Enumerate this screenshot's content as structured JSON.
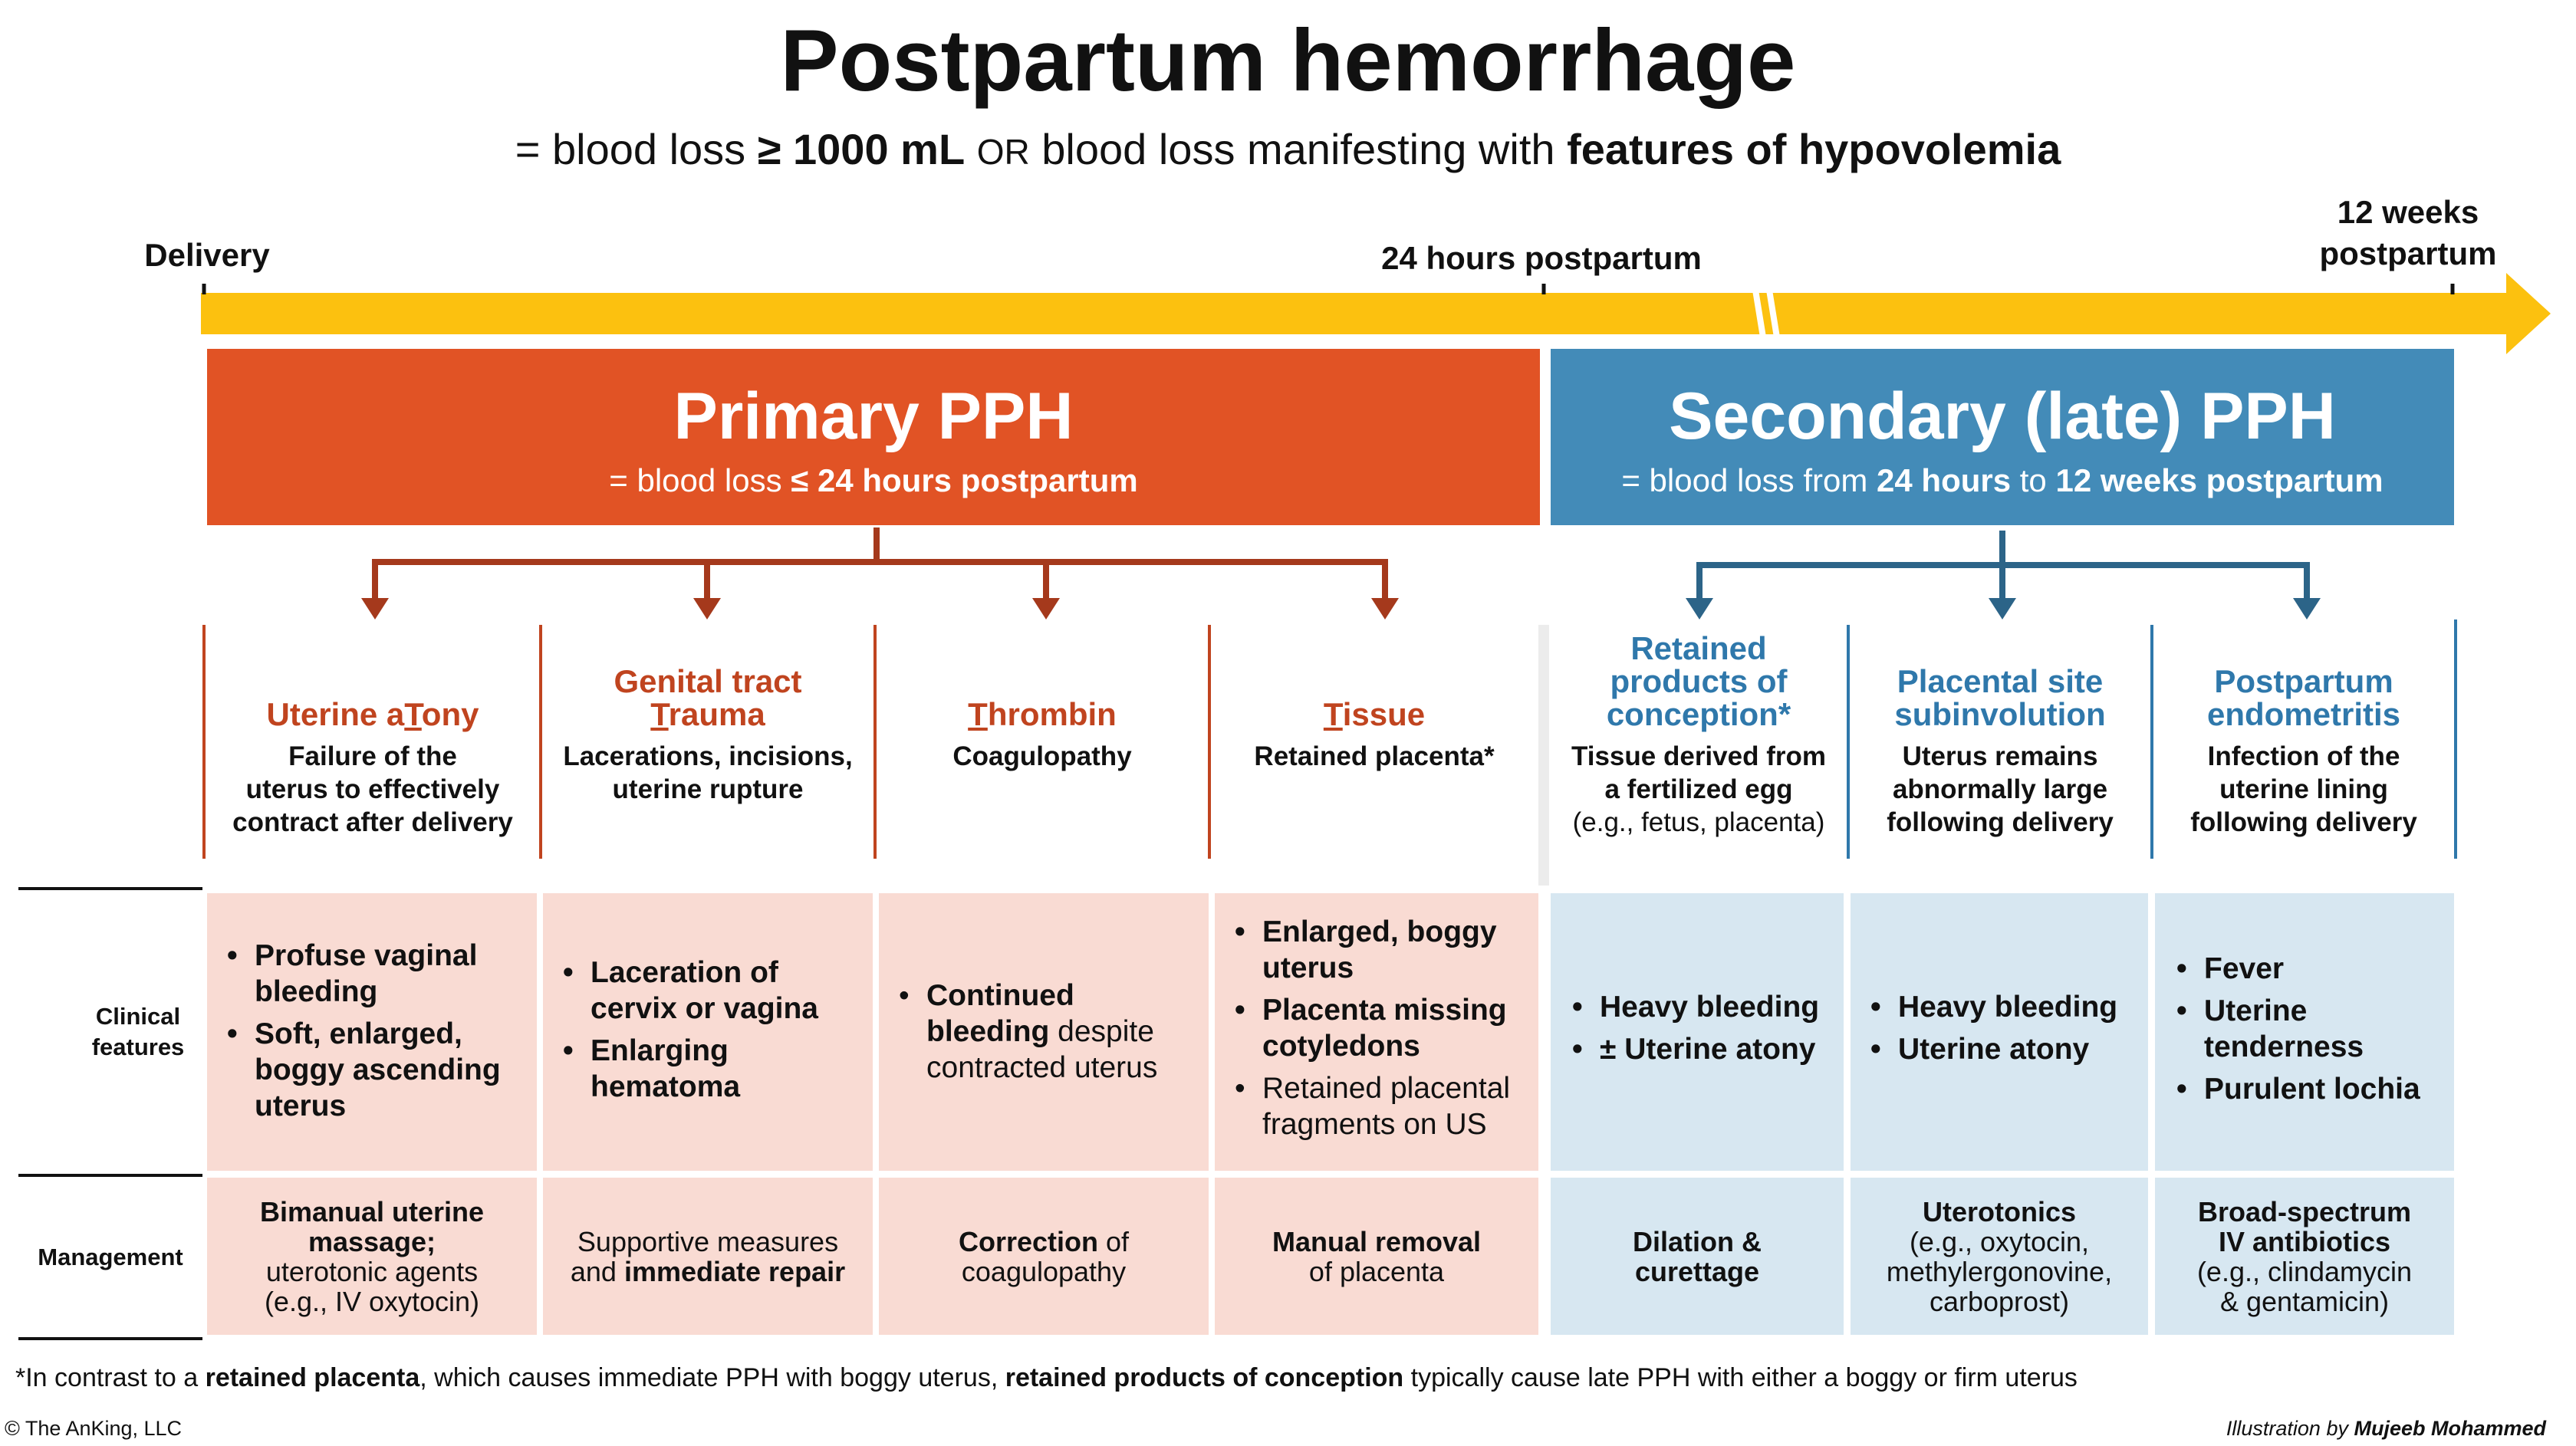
{
  "title": "Postpartum hemorrhage",
  "subtitle": {
    "prefix": "= blood loss ",
    "threshold": "≥ 1000 mL",
    "or": "OR",
    "middle": "blood loss manifesting with",
    "emph": "features of hypovolemia"
  },
  "timeline": {
    "start_label": "Delivery",
    "mid_label": "24 hours postpartum",
    "end_label_line1": "12 weeks",
    "end_label_line2": "postpartum"
  },
  "primary": {
    "title": "Primary PPH",
    "sub_prefix": "= blood loss ",
    "sub_emph": "≤ 24 hours postpartum"
  },
  "secondary": {
    "title": "Secondary (late) PPH",
    "sub_prefix": "= blood loss from ",
    "sub_emph1": "24 hours",
    "sub_mid": " to ",
    "sub_emph2": "12 weeks postpartum"
  },
  "causes": {
    "atony": {
      "title_pre": "Uterine a",
      "title_u": "T",
      "title_post": "ony",
      "desc": [
        "Failure of the",
        "uterus to effectively",
        "contract after delivery"
      ]
    },
    "trauma": {
      "title_line1": "Genital tract",
      "title_u": "T",
      "title_post": "rauma",
      "desc": [
        "Lacerations, incisions,",
        "uterine rupture"
      ]
    },
    "thrombin": {
      "title_u": "T",
      "title_post": "hrombin",
      "desc": [
        "Coagulopathy"
      ]
    },
    "tissue": {
      "title_u": "T",
      "title_post": "issue",
      "desc": [
        "Retained placenta*"
      ]
    },
    "rpoc": {
      "title": [
        "Retained",
        "products of",
        "conception*"
      ],
      "desc_bold": [
        "Tissue derived from",
        "a fertilized egg"
      ],
      "desc_normal": "(e.g., fetus, placenta)"
    },
    "subinvolution": {
      "title": [
        "Placental site",
        "subinvolution"
      ],
      "desc": [
        "Uterus remains",
        "abnormally large",
        "following delivery"
      ]
    },
    "endometritis": {
      "title": [
        "Postpartum",
        "endometritis"
      ],
      "desc": [
        "Infection of the",
        "uterine lining",
        "following delivery"
      ]
    }
  },
  "row_labels": {
    "clinical_line1": "Clinical",
    "clinical_line2": "features",
    "management": "Management"
  },
  "clinical": {
    "atony": [
      "Profuse vaginal bleeding",
      "Soft, enlarged, boggy ascending uterus"
    ],
    "trauma": [
      "Laceration of cervix or vagina",
      "Enlarging hematoma"
    ],
    "thrombin": {
      "bold": "Continued bleeding",
      "normal": " despite contracted uterus"
    },
    "tissue": [
      "Enlarged, boggy uterus",
      "Placenta missing cotyledons",
      "Retained placental fragments on US"
    ],
    "rpoc": [
      "Heavy bleeding",
      "± Uterine atony"
    ],
    "subinvolution": [
      "Heavy bleeding",
      "Uterine atony"
    ],
    "endometritis": [
      "Fever",
      "Uterine tenderness",
      "Purulent lochia"
    ]
  },
  "management": {
    "atony": {
      "bold": "Bimanual uterine massage;",
      "normal1": "uterotonic agents",
      "normal2": "(e.g., IV oxytocin)"
    },
    "trauma": {
      "normal": "Supportive measures",
      "pre": "and ",
      "bold": "immediate repair"
    },
    "thrombin": {
      "bold": "Correction",
      "normal": " of",
      "normal2": "coagulopathy"
    },
    "tissue": {
      "bold": "Manual removal",
      "normal": "of placenta"
    },
    "rpoc": {
      "bold1": "Dilation &",
      "bold2": "curettage"
    },
    "subinvolution": {
      "bold": "Uterotonics",
      "normal1": "(e.g., oxytocin,",
      "normal2": "methylergonovine,",
      "normal3": "carboprost)"
    },
    "endometritis": {
      "bold1": "Broad-spectrum",
      "bold2": "IV antibiotics",
      "normal1": "(e.g., clindamycin",
      "normal2": "& gentamicin)"
    }
  },
  "footnote": {
    "a": "*In contrast to a ",
    "b": "retained placenta",
    "c": ", which causes immediate PPH with boggy uterus, ",
    "d": "retained products of conception",
    "e": " typically cause late PPH with either a boggy or firm uterus"
  },
  "copyright": "© The AnKing, LLC",
  "credit_pre": "Illustration by ",
  "credit_name": "Mujeeb Mohammed",
  "colors": {
    "primary": "#e15325",
    "secondary": "#438bb8",
    "timeline": "#fcc10f",
    "pink_cell": "#f9dbd3",
    "blue_cell": "#d7e7f1",
    "primary_connector": "#a5391c",
    "secondary_connector": "#2c6488"
  }
}
